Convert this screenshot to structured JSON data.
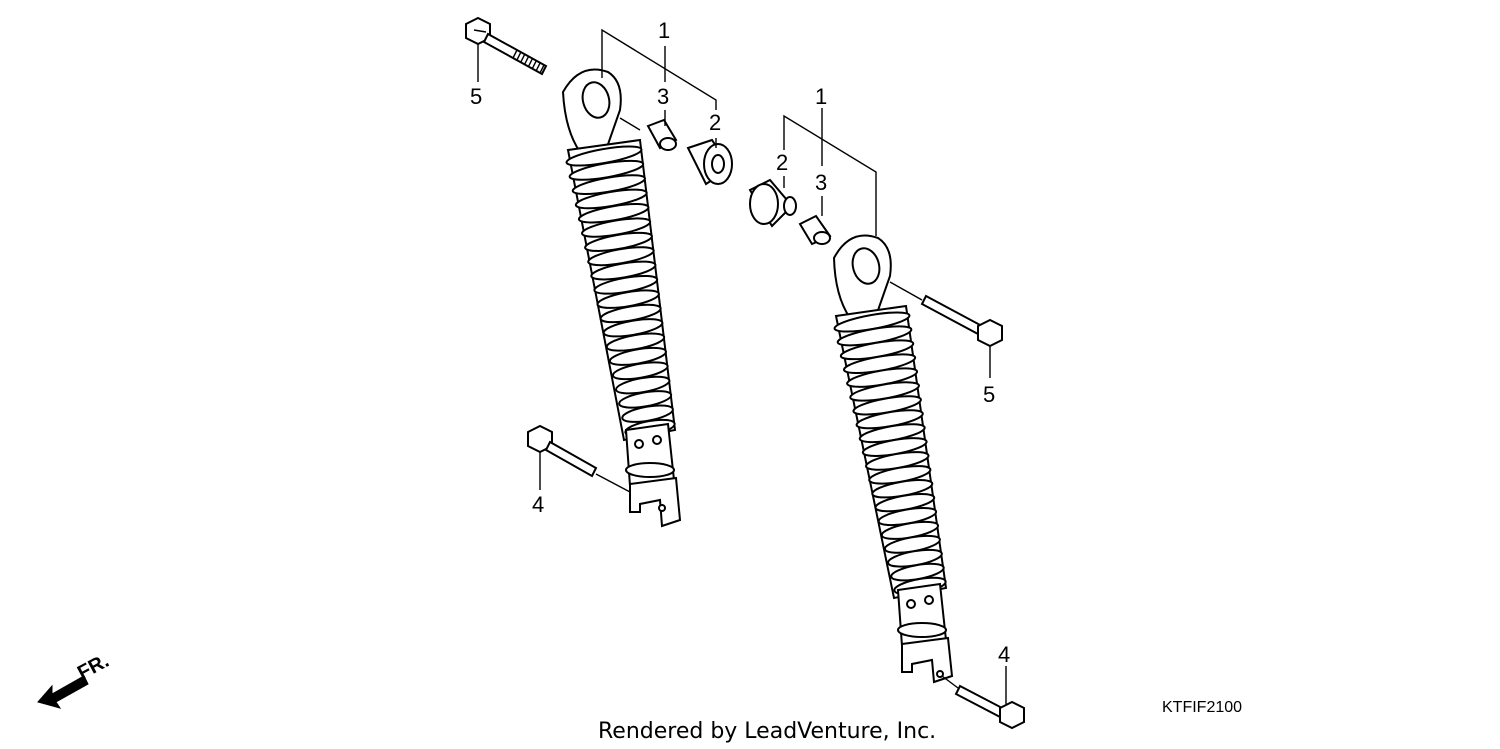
{
  "callouts": {
    "left": {
      "c1": "1",
      "c2": "2",
      "c3": "3",
      "c4": "4",
      "c5": "5"
    },
    "right": {
      "c1": "1",
      "c2": "2",
      "c3": "3",
      "c4": "4",
      "c5": "5"
    }
  },
  "diagram_code": "KTFIF2100",
  "direction_label": "FR.",
  "credit": "Rendered by LeadVenture, Inc."
}
